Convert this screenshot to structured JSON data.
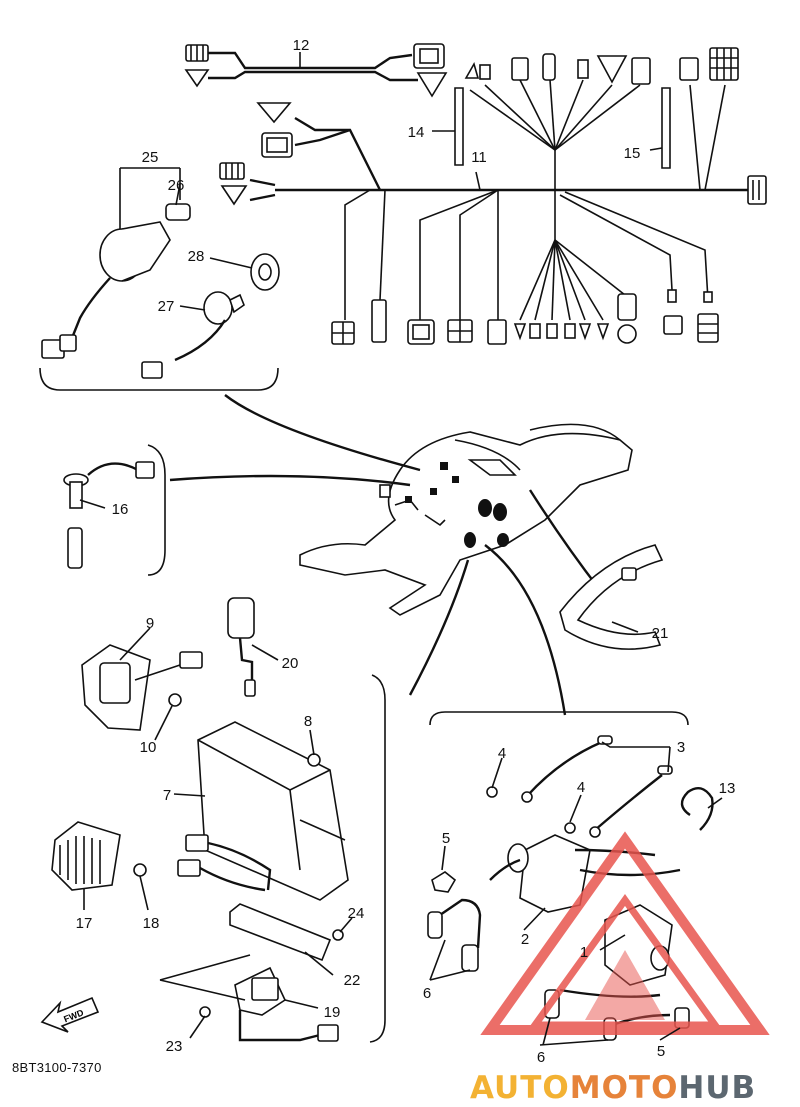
{
  "diagram": {
    "document_code": "8BT3100-7370",
    "fwd_label": "FWD",
    "callouts": [
      {
        "id": "c1",
        "label": "1"
      },
      {
        "id": "c2",
        "label": "2"
      },
      {
        "id": "c3",
        "label": "3"
      },
      {
        "id": "c4a",
        "label": "4"
      },
      {
        "id": "c4b",
        "label": "4"
      },
      {
        "id": "c5a",
        "label": "5"
      },
      {
        "id": "c5b",
        "label": "5"
      },
      {
        "id": "c6a",
        "label": "6"
      },
      {
        "id": "c6b",
        "label": "6"
      },
      {
        "id": "c7",
        "label": "7"
      },
      {
        "id": "c8",
        "label": "8"
      },
      {
        "id": "c9",
        "label": "9"
      },
      {
        "id": "c10",
        "label": "10"
      },
      {
        "id": "c11",
        "label": "11"
      },
      {
        "id": "c12",
        "label": "12"
      },
      {
        "id": "c13",
        "label": "13"
      },
      {
        "id": "c14",
        "label": "14"
      },
      {
        "id": "c15",
        "label": "15"
      },
      {
        "id": "c16",
        "label": "16"
      },
      {
        "id": "c17",
        "label": "17"
      },
      {
        "id": "c18",
        "label": "18"
      },
      {
        "id": "c19",
        "label": "19"
      },
      {
        "id": "c20",
        "label": "20"
      },
      {
        "id": "c21",
        "label": "21"
      },
      {
        "id": "c22",
        "label": "22"
      },
      {
        "id": "c23",
        "label": "23"
      },
      {
        "id": "c24",
        "label": "24"
      },
      {
        "id": "c25",
        "label": "25"
      },
      {
        "id": "c26",
        "label": "26"
      },
      {
        "id": "c27",
        "label": "27"
      },
      {
        "id": "c28",
        "label": "28"
      }
    ]
  },
  "watermark": {
    "part1": "AUTO",
    "part2": "MOTO",
    "part3": "HUB",
    "colors": {
      "auto": "#f3b233",
      "moto": "#e6833a",
      "hub": "#5c6770",
      "triangle": "#e8554e"
    }
  }
}
